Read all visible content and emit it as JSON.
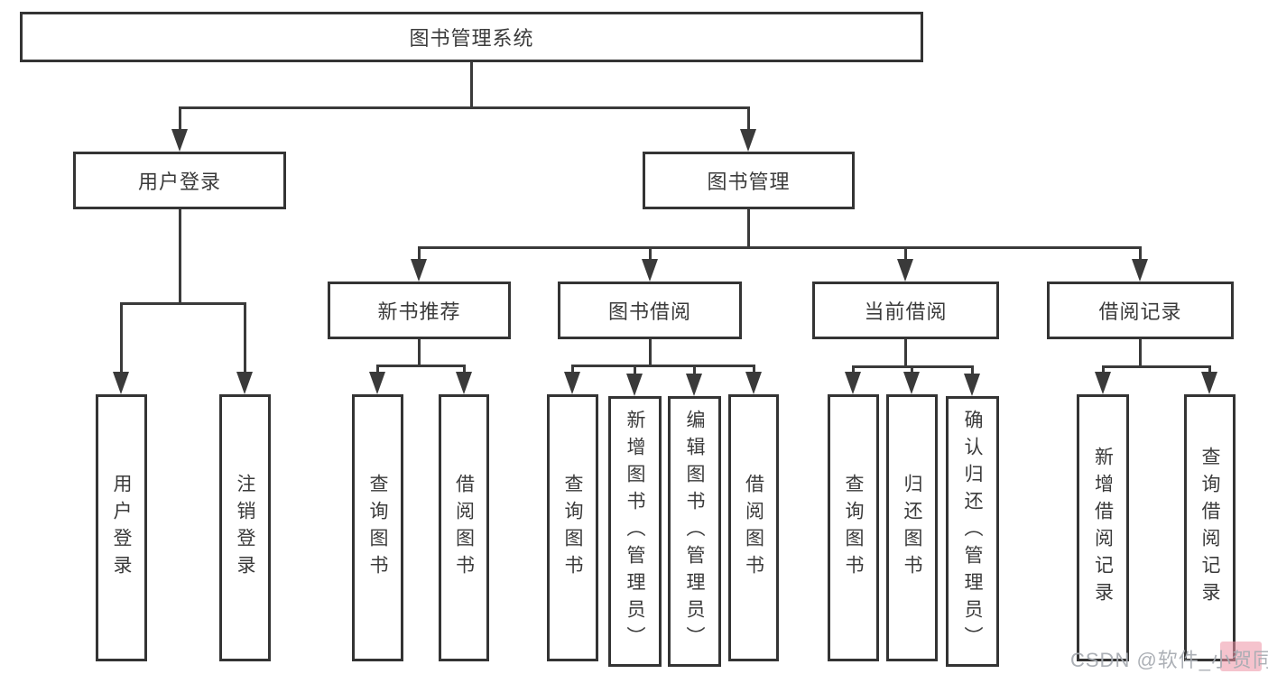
{
  "colors": {
    "line": "#3a3a3a",
    "box_border": "#343434",
    "text": "#3b3b3b",
    "background": "#ffffff",
    "watermark": "#a8acb2",
    "watermark_accent": "#ec92a4"
  },
  "watermark": {
    "text": "CSDN @软件_小贺同学"
  },
  "tree": {
    "root": {
      "label": "图书管理系统",
      "children": [
        {
          "label": "用户登录",
          "children": [
            {
              "label": "用户登录"
            },
            {
              "label": "注销登录"
            }
          ]
        },
        {
          "label": "图书管理",
          "children": [
            {
              "label": "新书推荐",
              "children": [
                {
                  "label": "查询图书"
                },
                {
                  "label": "借阅图书"
                }
              ]
            },
            {
              "label": "图书借阅",
              "children": [
                {
                  "label": "查询图书"
                },
                {
                  "label": "新增图书（管理员）"
                },
                {
                  "label": "编辑图书（管理员）"
                },
                {
                  "label": "借阅图书"
                }
              ]
            },
            {
              "label": "当前借阅",
              "children": [
                {
                  "label": "查询图书"
                },
                {
                  "label": "归还图书"
                },
                {
                  "label": "确认归还（管理员）"
                }
              ]
            },
            {
              "label": "借阅记录",
              "children": [
                {
                  "label": "新增借阅记录"
                },
                {
                  "label": "查询借阅记录"
                }
              ]
            }
          ]
        }
      ]
    }
  }
}
